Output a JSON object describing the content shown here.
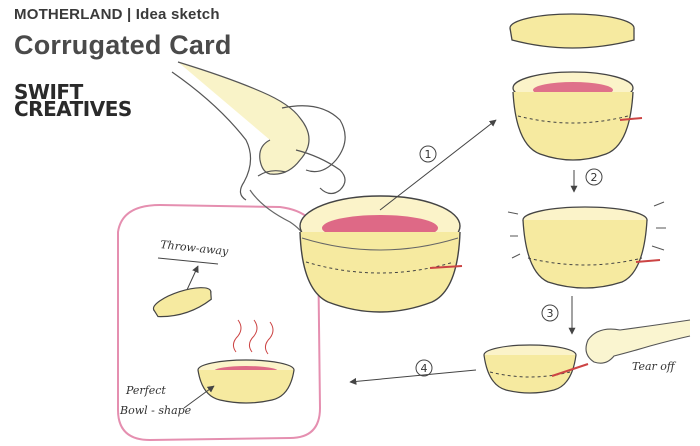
{
  "header": {
    "overline": "MOTHERLAND | Idea sketch",
    "title": "Corrugated Card"
  },
  "brand": {
    "line1": "SWIFT",
    "line2": "CREATIVES"
  },
  "steps": [
    "1",
    "2",
    "3",
    "4"
  ],
  "notes": {
    "throw_away": "Throw-away",
    "tear_off": "Tear off",
    "perfect": "Perfect",
    "bowl_shape": "Bowl - shape"
  },
  "colors": {
    "ink": "#3a3a3a",
    "yellow_wash": "#f3e27a",
    "red_food": "#d8507a",
    "pink_frame": "#e58fb0"
  }
}
